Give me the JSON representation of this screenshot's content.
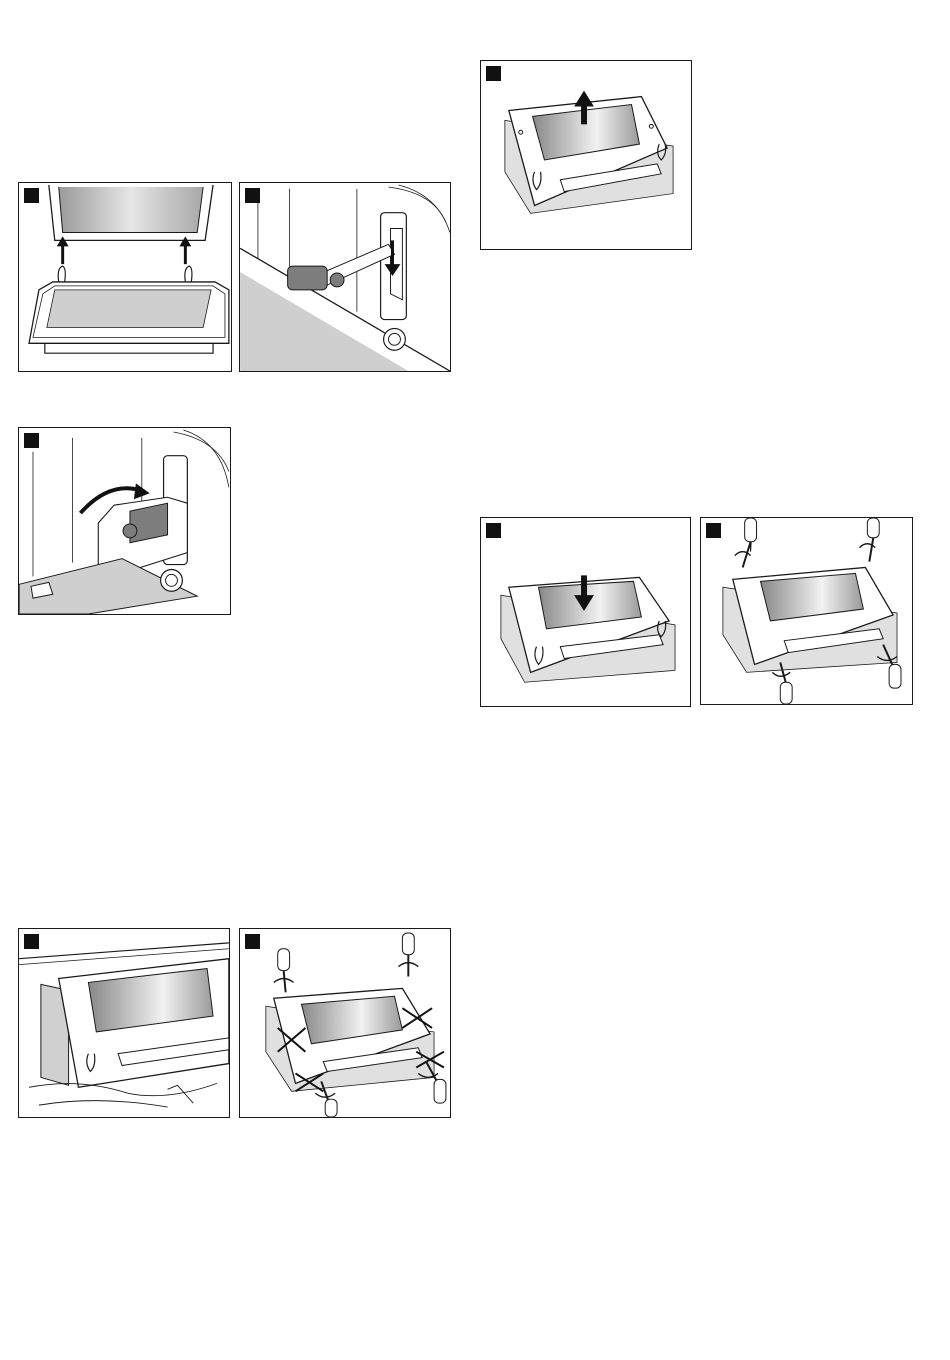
{
  "document": {
    "type": "instruction-manual-page",
    "figures": [
      {
        "id": "p1",
        "depicts": "door-lift-off-arrows-icon"
      },
      {
        "id": "p2",
        "depicts": "hinge-lever-down-arrow-icon"
      },
      {
        "id": "p3",
        "depicts": "hinge-lever-fold-back-arrow-icon"
      },
      {
        "id": "p4",
        "depicts": "inner-pane-lift-up-arrow-icon"
      },
      {
        "id": "p5",
        "depicts": "inner-pane-insert-down-arrow-icon"
      },
      {
        "id": "p6",
        "depicts": "screw-tighten-screwdriver-icon"
      },
      {
        "id": "p7",
        "depicts": "door-on-cloth-icon"
      },
      {
        "id": "p8",
        "depicts": "screw-remove-screwdriver-icon"
      }
    ]
  },
  "colors": {
    "ink": "#1a1a1a",
    "badge": "#111111",
    "lever_gray": "#7d7d7d",
    "surface_gray": "#cfcfcf",
    "glass_dark": "#8a8a8a",
    "glass_light": "#f2f2f2"
  }
}
